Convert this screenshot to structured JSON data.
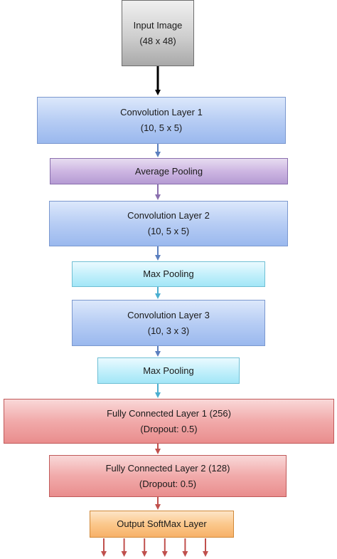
{
  "nodes": {
    "input": {
      "line1": "Input Image",
      "line2": "(48 x 48)"
    },
    "conv1": {
      "line1": "Convolution Layer 1",
      "line2": "(10, 5 x 5)"
    },
    "avgpool": {
      "line1": "Average Pooling"
    },
    "conv2": {
      "line1": "Convolution Layer 2",
      "line2": "(10, 5 x 5)"
    },
    "max1": {
      "line1": "Max Pooling"
    },
    "conv3": {
      "line1": "Convolution Layer 3",
      "line2": "(10, 3 x 3)"
    },
    "max2": {
      "line1": "Max Pooling"
    },
    "fc1": {
      "line1": "Fully Connected Layer 1 (256)",
      "line2": "(Dropout: 0.5)"
    },
    "fc2": {
      "line1": "Fully Connected Layer 2 (128)",
      "line2": "(Dropout: 0.5)"
    },
    "out": {
      "line1": "Output SoftMax Layer"
    }
  },
  "colors": {
    "input": "#bfbfbf",
    "convolution": "#b7cdf4",
    "average_pooling": "#cdb6e2",
    "max_pooling": "#c4f0fb",
    "fully_connected": "#f1aaaa",
    "output": "#fbc88c",
    "arrow_black": "#000000",
    "arrow_blue": "#5b7fbf",
    "arrow_purple": "#8a6fae",
    "arrow_cyan": "#4aaed0",
    "arrow_red": "#c0504d"
  },
  "output_arrow_count": 6
}
